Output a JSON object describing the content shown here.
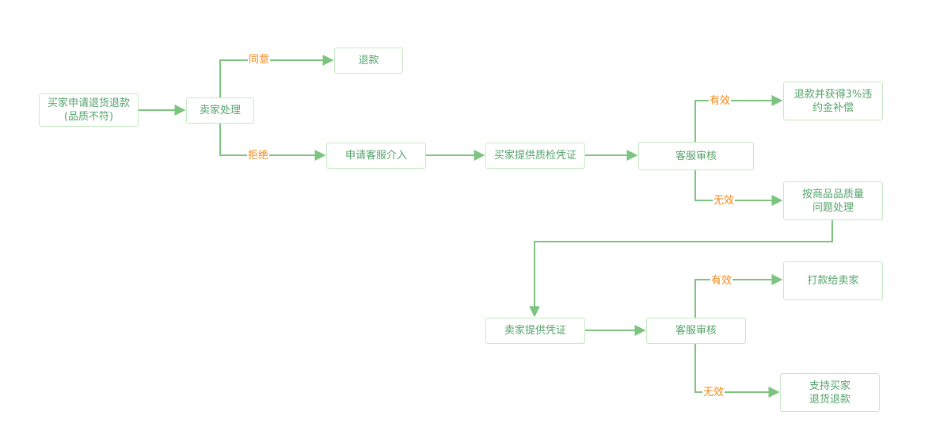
{
  "diagram": {
    "colors": {
      "line": "#7cc47f",
      "node_border": "#c6e8c3",
      "node_text": "#54a36a",
      "label_text": "#f08a1c"
    },
    "nodes": {
      "buyer_request": "买家申请退货退款\n(品质不符)",
      "seller_handle": "卖家处理",
      "refund": "退款",
      "apply_cs": "申请客服介入",
      "buyer_proof": "买家提供质检凭证",
      "cs_review_1": "客服审核",
      "refund_comp": "退款并获得3%违\n约金补偿",
      "quality_issue": "按商品品质量\n问题处理",
      "seller_proof": "卖家提供凭证",
      "cs_review_2": "客服审核",
      "pay_seller": "打款给卖家",
      "support_buyer": "支持买家\n退货退款"
    },
    "edge_labels": {
      "agree": "同意",
      "reject": "拒绝",
      "valid_1": "有效",
      "invalid_1": "无效",
      "valid_2": "有效",
      "invalid_2": "无效"
    }
  }
}
